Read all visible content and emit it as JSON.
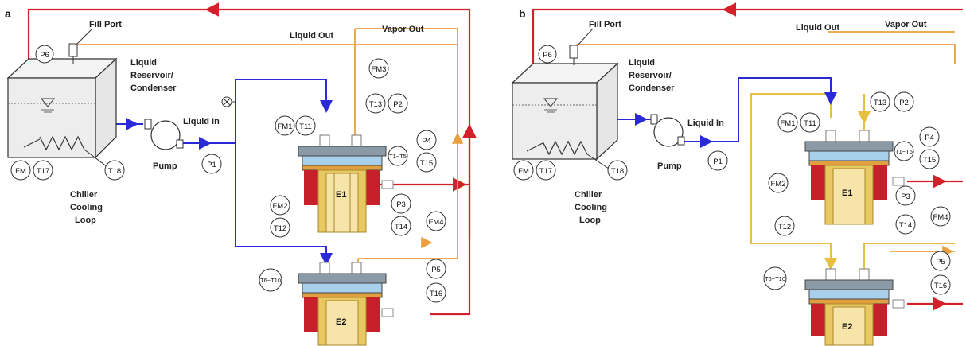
{
  "panels": [
    {
      "letter": "a",
      "fill_port": "Fill Port",
      "liquid_out": "Liquid Out",
      "vapor_out": "Vapor Out",
      "reservoir": [
        "Liquid",
        "Reservoir/",
        "Condenser"
      ],
      "liquid_in": "Liquid In",
      "pump": "Pump",
      "chiller": [
        "Chiller",
        "Cooling",
        "Loop"
      ],
      "evaporators": [
        "E1",
        "E2"
      ],
      "sensors": {
        "P6": "P6",
        "FM3": "FM3",
        "T13": "T13",
        "P2": "P2",
        "FM1": "FM1",
        "T11": "T11",
        "P1": "P1",
        "P4": "P4",
        "T15": "T15",
        "T1T5": "T1~T5",
        "FM": "FM",
        "T17": "T17",
        "T18": "T18",
        "FM2": "FM2",
        "T12": "T12",
        "P3": "P3",
        "T14": "T14",
        "FM4": "FM4",
        "P5": "P5",
        "T16": "T16",
        "T6T10": "T6~T10"
      }
    },
    {
      "letter": "b",
      "fill_port": "Fill Port",
      "liquid_out": "Liquid Out",
      "vapor_out": "Vapor Out",
      "reservoir": [
        "Liquid",
        "Reservoir/",
        "Condenser"
      ],
      "liquid_in": "Liquid In",
      "pump": "Pump",
      "chiller": [
        "Chiller",
        "Cooling",
        "Loop"
      ],
      "evaporators": [
        "E1",
        "E2"
      ],
      "sensors": {
        "P6": "P6",
        "T13": "T13",
        "P2": "P2",
        "FM1": "FM1",
        "T11": "T11",
        "P1": "P1",
        "P4": "P4",
        "T15": "T15",
        "T1T5": "T1~T5",
        "FM": "FM",
        "T17": "T17",
        "T18": "T18",
        "FM2": "FM2",
        "P3": "P3",
        "T12": "T12",
        "T14": "T14",
        "FM4": "FM4",
        "P5": "P5",
        "T16": "T16",
        "T6T10": "T6~T10"
      }
    }
  ],
  "colors": {
    "vapor_line": "#d4202a",
    "liquid_out_line": "#e8a040",
    "liquid_in_line": "#2a2ad8",
    "yellow_line": "#e8c040",
    "heater": "#c8202a",
    "evaporator_body": "#e8c860",
    "lid": "#8a9aa6",
    "chamber": "#a8d0ea"
  }
}
